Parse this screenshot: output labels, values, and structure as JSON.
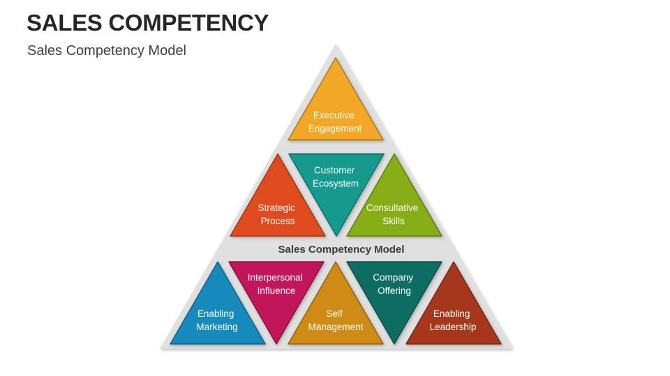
{
  "title": "SALES COMPETENCY",
  "subtitle": "Sales Competency Model",
  "pyramid": {
    "band_label": "Sales Competency Model",
    "background_color": "#e0e0e0",
    "segments": [
      {
        "id": "executive-engagement",
        "lines": [
          "Executive",
          "Engagement"
        ],
        "color": "#f0a826",
        "orientation": "up"
      },
      {
        "id": "strategic-process",
        "lines": [
          "Strategic",
          "Process"
        ],
        "color": "#de4c1f",
        "orientation": "up"
      },
      {
        "id": "customer-ecosystem",
        "lines": [
          "Customer",
          "Ecosystem"
        ],
        "color": "#139a8e",
        "orientation": "down"
      },
      {
        "id": "consultative-skills",
        "lines": [
          "Consultative",
          "Skills"
        ],
        "color": "#86ae13",
        "orientation": "up"
      },
      {
        "id": "enabling-marketing",
        "lines": [
          "Enabling",
          "Marketing"
        ],
        "color": "#1389bd",
        "orientation": "up"
      },
      {
        "id": "interpersonal-influence",
        "lines": [
          "Interpersonal",
          "Influence"
        ],
        "color": "#c2155a",
        "orientation": "down"
      },
      {
        "id": "self-management",
        "lines": [
          "Self",
          "Management"
        ],
        "color": "#d08a12",
        "orientation": "up"
      },
      {
        "id": "company-offering",
        "lines": [
          "Company",
          "Offering"
        ],
        "color": "#0e6d62",
        "orientation": "down"
      },
      {
        "id": "enabling-leadership",
        "lines": [
          "Enabling",
          "Leadership"
        ],
        "color": "#a5381a",
        "orientation": "up"
      }
    ]
  }
}
